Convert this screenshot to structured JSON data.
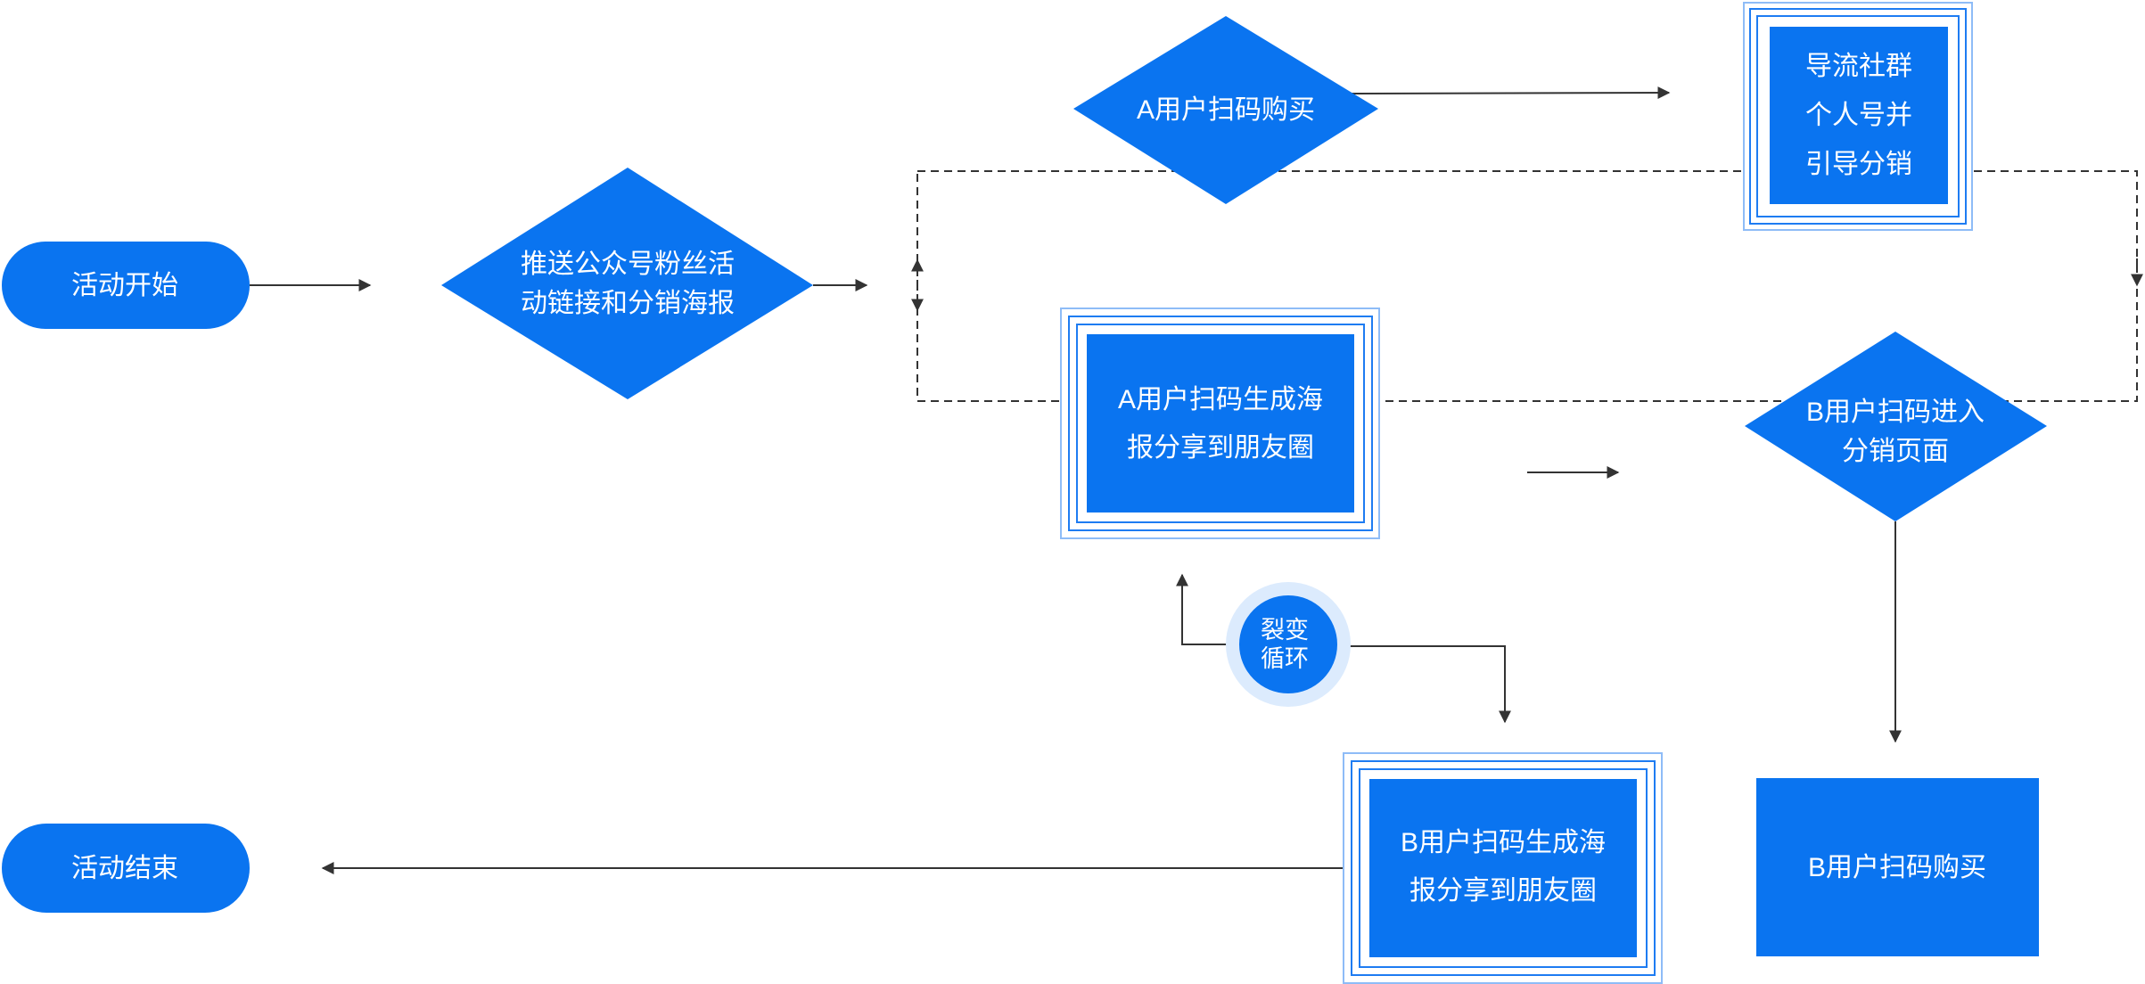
{
  "colors": {
    "node_fill": "#0A74F0",
    "frame_stroke": "#1E7CF2",
    "frame_stroke_light": "#8EBCF7",
    "line": "#333333",
    "loop_halo": "#DCEBFD",
    "text": "#FFFFFF"
  },
  "nodes": {
    "start": {
      "line1": "活动开始"
    },
    "push": {
      "line1": "推送公众号粉丝活",
      "line2": "动链接和分销海报"
    },
    "a_buy": {
      "line1": "A用户扫码购买"
    },
    "guide": {
      "line1": "导流社群",
      "line2": "个人号并",
      "line3": "引导分销"
    },
    "a_poster": {
      "line1": "A用户扫码生成海",
      "line2": "报分享到朋友圈"
    },
    "b_enter": {
      "line1": "B用户扫码进入",
      "line2": "分销页面"
    },
    "loop": {
      "line1": "裂变",
      "line2": "循环"
    },
    "b_poster": {
      "line1": "B用户扫码生成海",
      "line2": "报分享到朋友圈"
    },
    "b_buy": {
      "line1": "B用户扫码购买"
    },
    "end": {
      "line1": "活动结束"
    }
  }
}
